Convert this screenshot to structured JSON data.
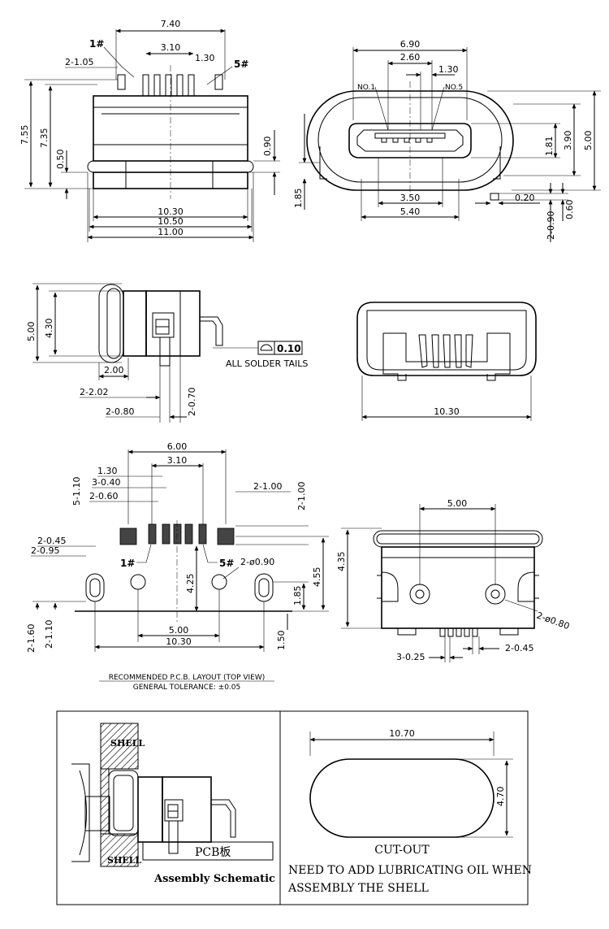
{
  "front_view": {
    "top_overall": "7.40",
    "pitch_span": "3.10",
    "pin_width": "1.30",
    "ear_width": "2-1.05",
    "pin1": "1#",
    "pin5": "5#",
    "height_overall": "7.55",
    "height_body": "7.35",
    "flange_thickness": "0.50",
    "right_offset": "0.90",
    "width_inner": "10.30",
    "width_mid": "10.50",
    "width_outer": "11.00"
  },
  "mouth_view": {
    "outer_width": "6.90",
    "inner_pitch": "2.60",
    "pin_pitch": "1.30",
    "no1": "NO.1",
    "no5": "NO.5",
    "slot_width": "3.50",
    "mid_width": "5.40",
    "height_slot": "1.81",
    "height_body": "3.90",
    "height_overall": "5.00",
    "left_height": "1.85",
    "tail_thk": "0.20",
    "tail_offset": "0.60",
    "tail_width": "2-0.90"
  },
  "side_view": {
    "height_outer": "5.00",
    "height_inner": "4.30",
    "flatness_value": "0.10",
    "flatness_note": "ALL SOLDER TAILS",
    "depth": "2.00",
    "peg_len": "2-2.02",
    "peg_width": "2-0.80",
    "tail_len": "2-0.70"
  },
  "bottom_view": {
    "width": "10.30"
  },
  "pcb_layout": {
    "span": "6.00",
    "pitch_span": "3.10",
    "pitch": "1.30",
    "pad_width": "3-0.40",
    "pad_width2": "2-0.60",
    "pad_len": "5-1.10",
    "pad_side": "2-1.00",
    "slot_w": "2-0.45",
    "slot_w2": "2-0.95",
    "pin1": "1#",
    "pin5": "5#",
    "hole": "2-ø0.90",
    "offset": "4.25",
    "offset2": "4.55",
    "offset3": "1.85",
    "lower1": "2-1.60",
    "lower2": "2-1.10",
    "hole_span": "5.00",
    "total": "10.30",
    "edge": "1.50",
    "title": "RECOMMENDED P.C.B. LAYOUT (TOP VIEW)",
    "tolerance": "GENERAL TOLERANCE: ±0.05"
  },
  "rear_view": {
    "post_span": "5.00",
    "height": "4.35",
    "post_dia": "2-ø0.80",
    "tail_w": "3-0.25",
    "tail_w2": "2-0.45"
  },
  "assembly": {
    "shell_top": "SHELL",
    "shell_bottom": "SHELL",
    "pcb": "PCB板",
    "title": "Assembly Schematic"
  },
  "cutout": {
    "width": "10.70",
    "height": "4.70",
    "label": "CUT-OUT",
    "note1": "NEED TO ADD LUBRICATING OIL WHEN",
    "note2": "ASSEMBLY THE SHELL"
  }
}
